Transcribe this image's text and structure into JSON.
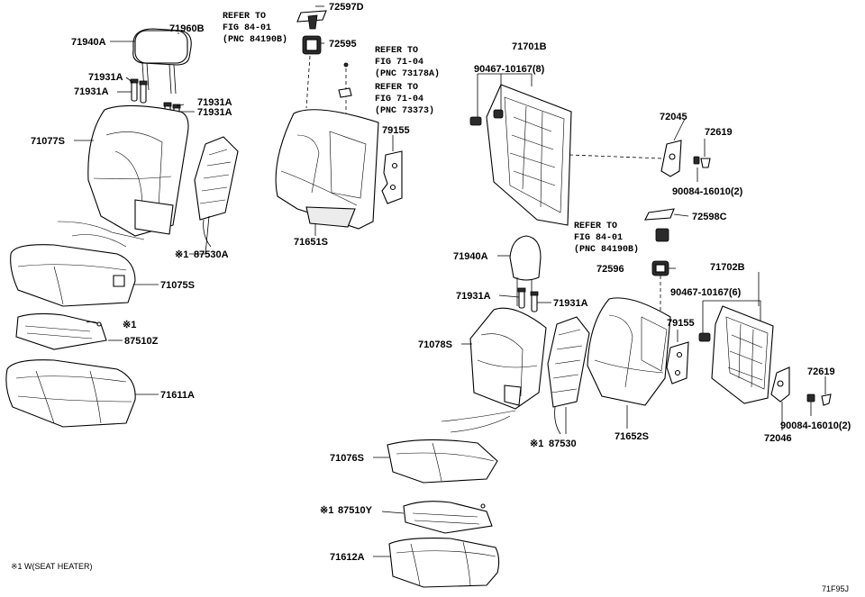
{
  "labels": {
    "p72597D": "72597D",
    "p72595": "72595",
    "p71940A_top": "71940A",
    "p71960B": "71960B",
    "p71931A_1": "71931A",
    "p71931A_2": "71931A",
    "p71931A_3": "71931A",
    "p71931A_4": "71931A",
    "p71077S": "71077S",
    "p87530A": "87530A",
    "p71075S": "71075S",
    "p87510Z": "87510Z",
    "p71611A": "71611A",
    "p71651S": "71651S",
    "p79155_top": "79155",
    "p71701B": "71701B",
    "p90467_10167_8": "90467-10167(8)",
    "p72045": "72045",
    "p72619_top": "72619",
    "p90084_16010_2_top": "90084-16010(2)",
    "p72598C": "72598C",
    "p72596": "72596",
    "p71940A_mid": "71940A",
    "p71931A_5": "71931A",
    "p71931A_6": "71931A",
    "p71078S": "71078S",
    "p87530": "87530",
    "p71652S": "71652S",
    "p79155_mid": "79155",
    "p71702B": "71702B",
    "p90467_10167_6": "90467-10167(6)",
    "p72619_mid": "72619",
    "p90084_16010_2_mid": "90084-16010(2)",
    "p72046": "72046",
    "p71076S": "71076S",
    "p87510Y": "87510Y",
    "p71612A": "71612A"
  },
  "marks": {
    "m87530A": "※1",
    "m87510Z": "※1",
    "m87530": "※1",
    "m87510Y": "※1"
  },
  "refs": {
    "ref1": [
      "REFER TO",
      "FIG 84-01",
      "(PNC 84190B)"
    ],
    "ref2": [
      "REFER TO",
      "FIG 71-04",
      "(PNC 73178A)"
    ],
    "ref3": [
      "REFER TO",
      "FIG 71-04",
      "(PNC 73373)"
    ],
    "ref4": [
      "REFER TO",
      "FIG 84-01",
      "(PNC 84190B)"
    ]
  },
  "footnote": "※1 W(SEAT HEATER)",
  "figure_code": "71F95J"
}
